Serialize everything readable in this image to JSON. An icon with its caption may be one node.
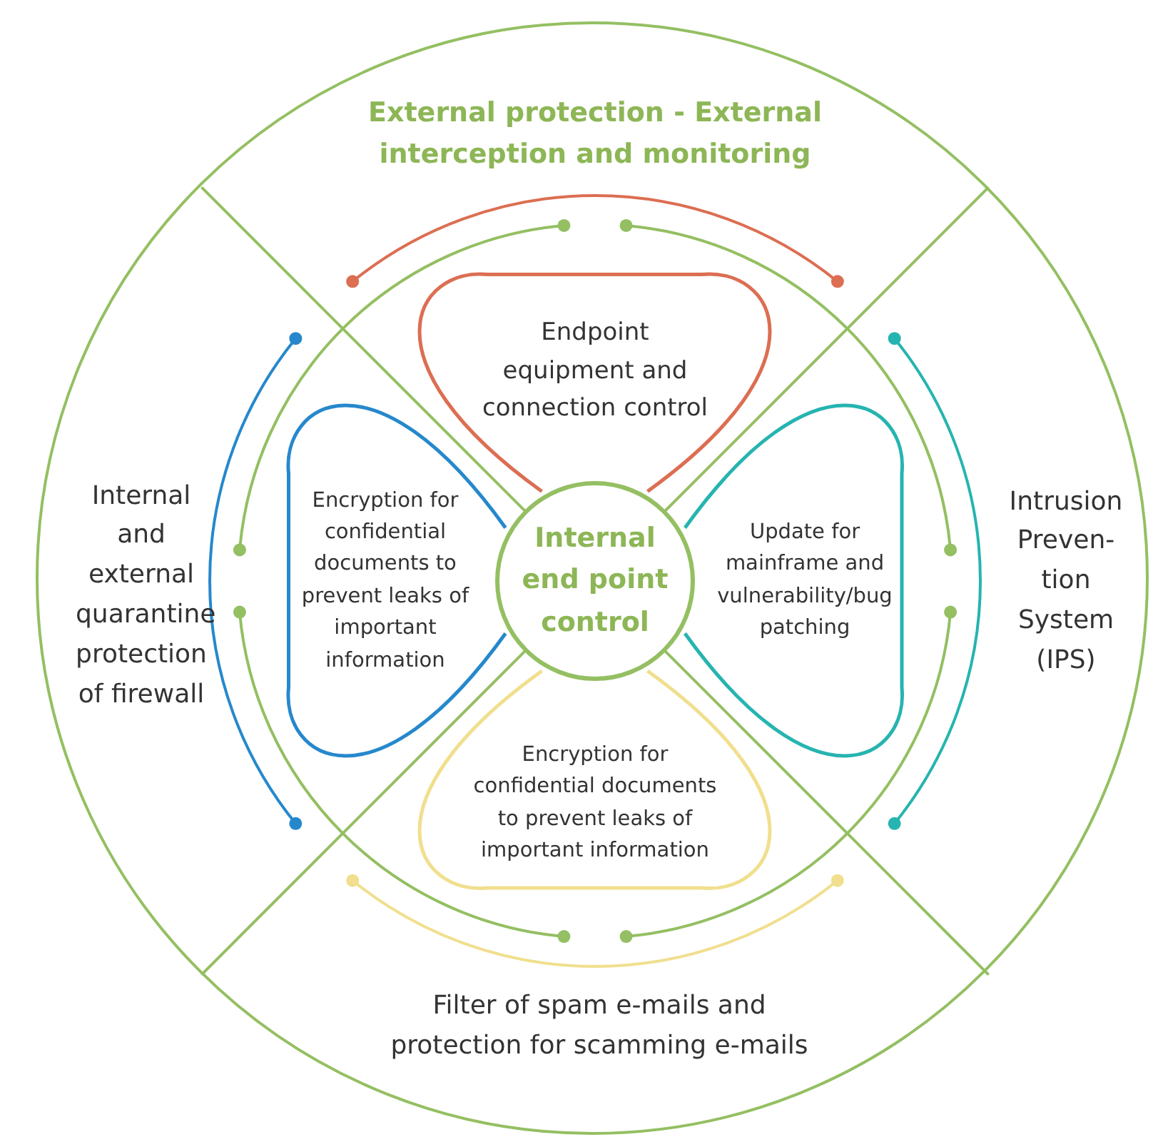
{
  "diagram": {
    "nodes": [
      {
        "text": [],
        "shape": "circle"
      },
      {
        "text": [
          "External protection - External interception and monitoring"
        ],
        "in": 0
      },
      {
        "text": [
          "Internal and external quarantine protection of firewall"
        ],
        "in": 0
      },
      {
        "text": [
          "Intrusion Preven- tion System (IPS)"
        ],
        "in": 0
      },
      {
        "text": [
          "Filter of spam e-mails and protection for scamming e-mails"
        ],
        "in": 0
      },
      {
        "text": [
          "Endpoint equipment and connection control"
        ],
        "in": 0
      },
      {
        "text": [
          "Encryption for confidential documents to prevent leaks of important information"
        ],
        "in": 0
      },
      {
        "text": [
          "Update for mainframe and vulnerability/bug patching"
        ],
        "in": 0
      },
      {
        "text": [
          "Encryption for confidential documents to prevent leaks of important information"
        ],
        "in": 0
      },
      {
        "text": [
          "Internal end point control"
        ],
        "in": 0
      }
    ]
  }
}
